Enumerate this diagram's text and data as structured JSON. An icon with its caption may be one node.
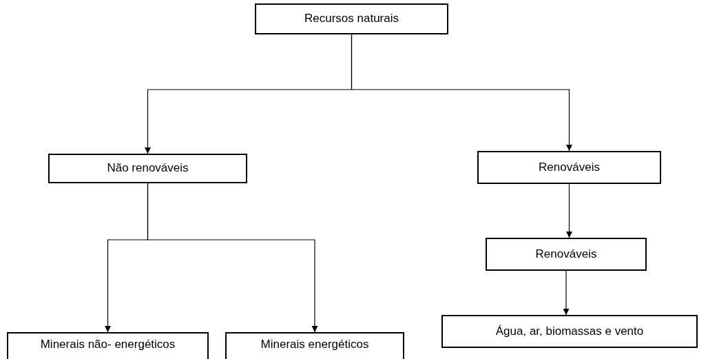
{
  "diagram": {
    "nodes": [
      {
        "text": [
          "Recursos naturais"
        ]
      },
      {
        "text": [
          "Não renováveis"
        ]
      },
      {
        "text": [
          "Renováveis"
        ]
      },
      {
        "text": [
          "Renováveis"
        ]
      },
      {
        "text": [
          "Minerais não- energéticos"
        ]
      },
      {
        "text": [
          "Minerais energéticos"
        ]
      },
      {
        "text": [
          "Água, ar, biomassas e vento"
        ]
      }
    ],
    "edges": [
      {
        "from": 0,
        "to": 1,
        "arrow": "to"
      },
      {
        "from": 0,
        "to": 2,
        "arrow": "to"
      },
      {
        "from": 1,
        "to": 4,
        "arrow": "to"
      },
      {
        "from": 1,
        "to": 5,
        "arrow": "to"
      },
      {
        "from": 2,
        "to": 3,
        "arrow": "to"
      },
      {
        "from": 3,
        "to": 6,
        "arrow": "to"
      }
    ]
  }
}
